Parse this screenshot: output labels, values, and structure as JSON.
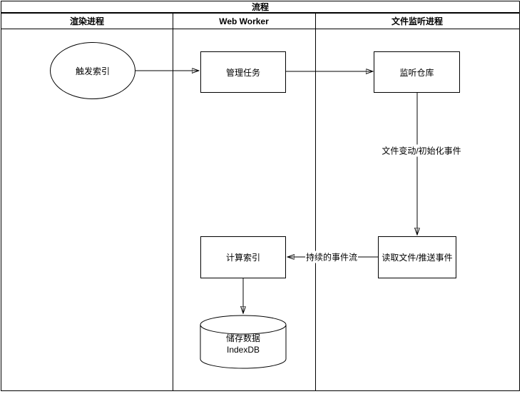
{
  "colors": {
    "stroke": "#000000",
    "fill": "#ffffff"
  },
  "pool": {
    "title": "流程"
  },
  "lanes": [
    {
      "label": "渲染进程"
    },
    {
      "label": "Web Worker"
    },
    {
      "label": "文件监听进程"
    }
  ],
  "nodes": [
    {
      "id": "trigger",
      "shape": "ellipse",
      "lane": "渲染进程",
      "label": "触发索引"
    },
    {
      "id": "manage",
      "shape": "rect",
      "lane": "Web Worker",
      "label": "管理任务"
    },
    {
      "id": "watch",
      "shape": "rect",
      "lane": "文件监听进程",
      "label": "监听仓库"
    },
    {
      "id": "read",
      "shape": "rect",
      "lane": "文件监听进程",
      "label": "读取文件/推送事件"
    },
    {
      "id": "compute",
      "shape": "rect",
      "lane": "Web Worker",
      "label": "计算索引"
    },
    {
      "id": "store",
      "shape": "cylinder",
      "lane": "Web Worker",
      "label": "储存数据",
      "sublabel": "IndexDB"
    }
  ],
  "edges": [
    {
      "from": "trigger",
      "to": "manage",
      "label": ""
    },
    {
      "from": "manage",
      "to": "watch",
      "label": ""
    },
    {
      "from": "watch",
      "to": "read",
      "label": "文件变动/初始化事件"
    },
    {
      "from": "read",
      "to": "compute",
      "label": "持续的事件流"
    },
    {
      "from": "compute",
      "to": "store",
      "label": ""
    }
  ]
}
